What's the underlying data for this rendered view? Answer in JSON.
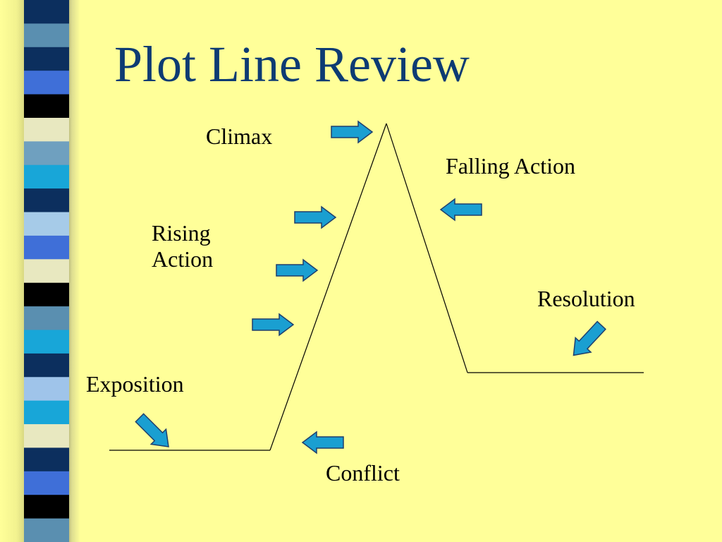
{
  "slide": {
    "title": "Plot Line Review",
    "background_color": "#ffff99",
    "title_color": "#0d3b73"
  },
  "labels": {
    "climax": "Climax",
    "falling_action": "Falling Action",
    "rising_action_line1": "Rising",
    "rising_action_line2": "Action",
    "resolution": "Resolution",
    "exposition": "Exposition",
    "conflict": "Conflict"
  },
  "arrows": {
    "fill_color": "#1a9fd1",
    "outline_color": "#1f3f6e",
    "icon": "block-arrow-icon"
  },
  "stripe_colors": [
    "#0c2f5e",
    "#5a8fb0",
    "#0c2f5e",
    "#3f6fd8",
    "#000000",
    "#e8e8c0",
    "#6fa0bf",
    "#18a6d8",
    "#0c2f5e",
    "#a6cbe8",
    "#3f6fd8",
    "#e8e8c0",
    "#000000",
    "#5a8fb0",
    "#18a6d8",
    "#0c2f5e",
    "#9fc4ea",
    "#18a6d8",
    "#e8e8c0",
    "#0c2f5e",
    "#3f6fd8",
    "#000000",
    "#5a8fb0"
  ]
}
